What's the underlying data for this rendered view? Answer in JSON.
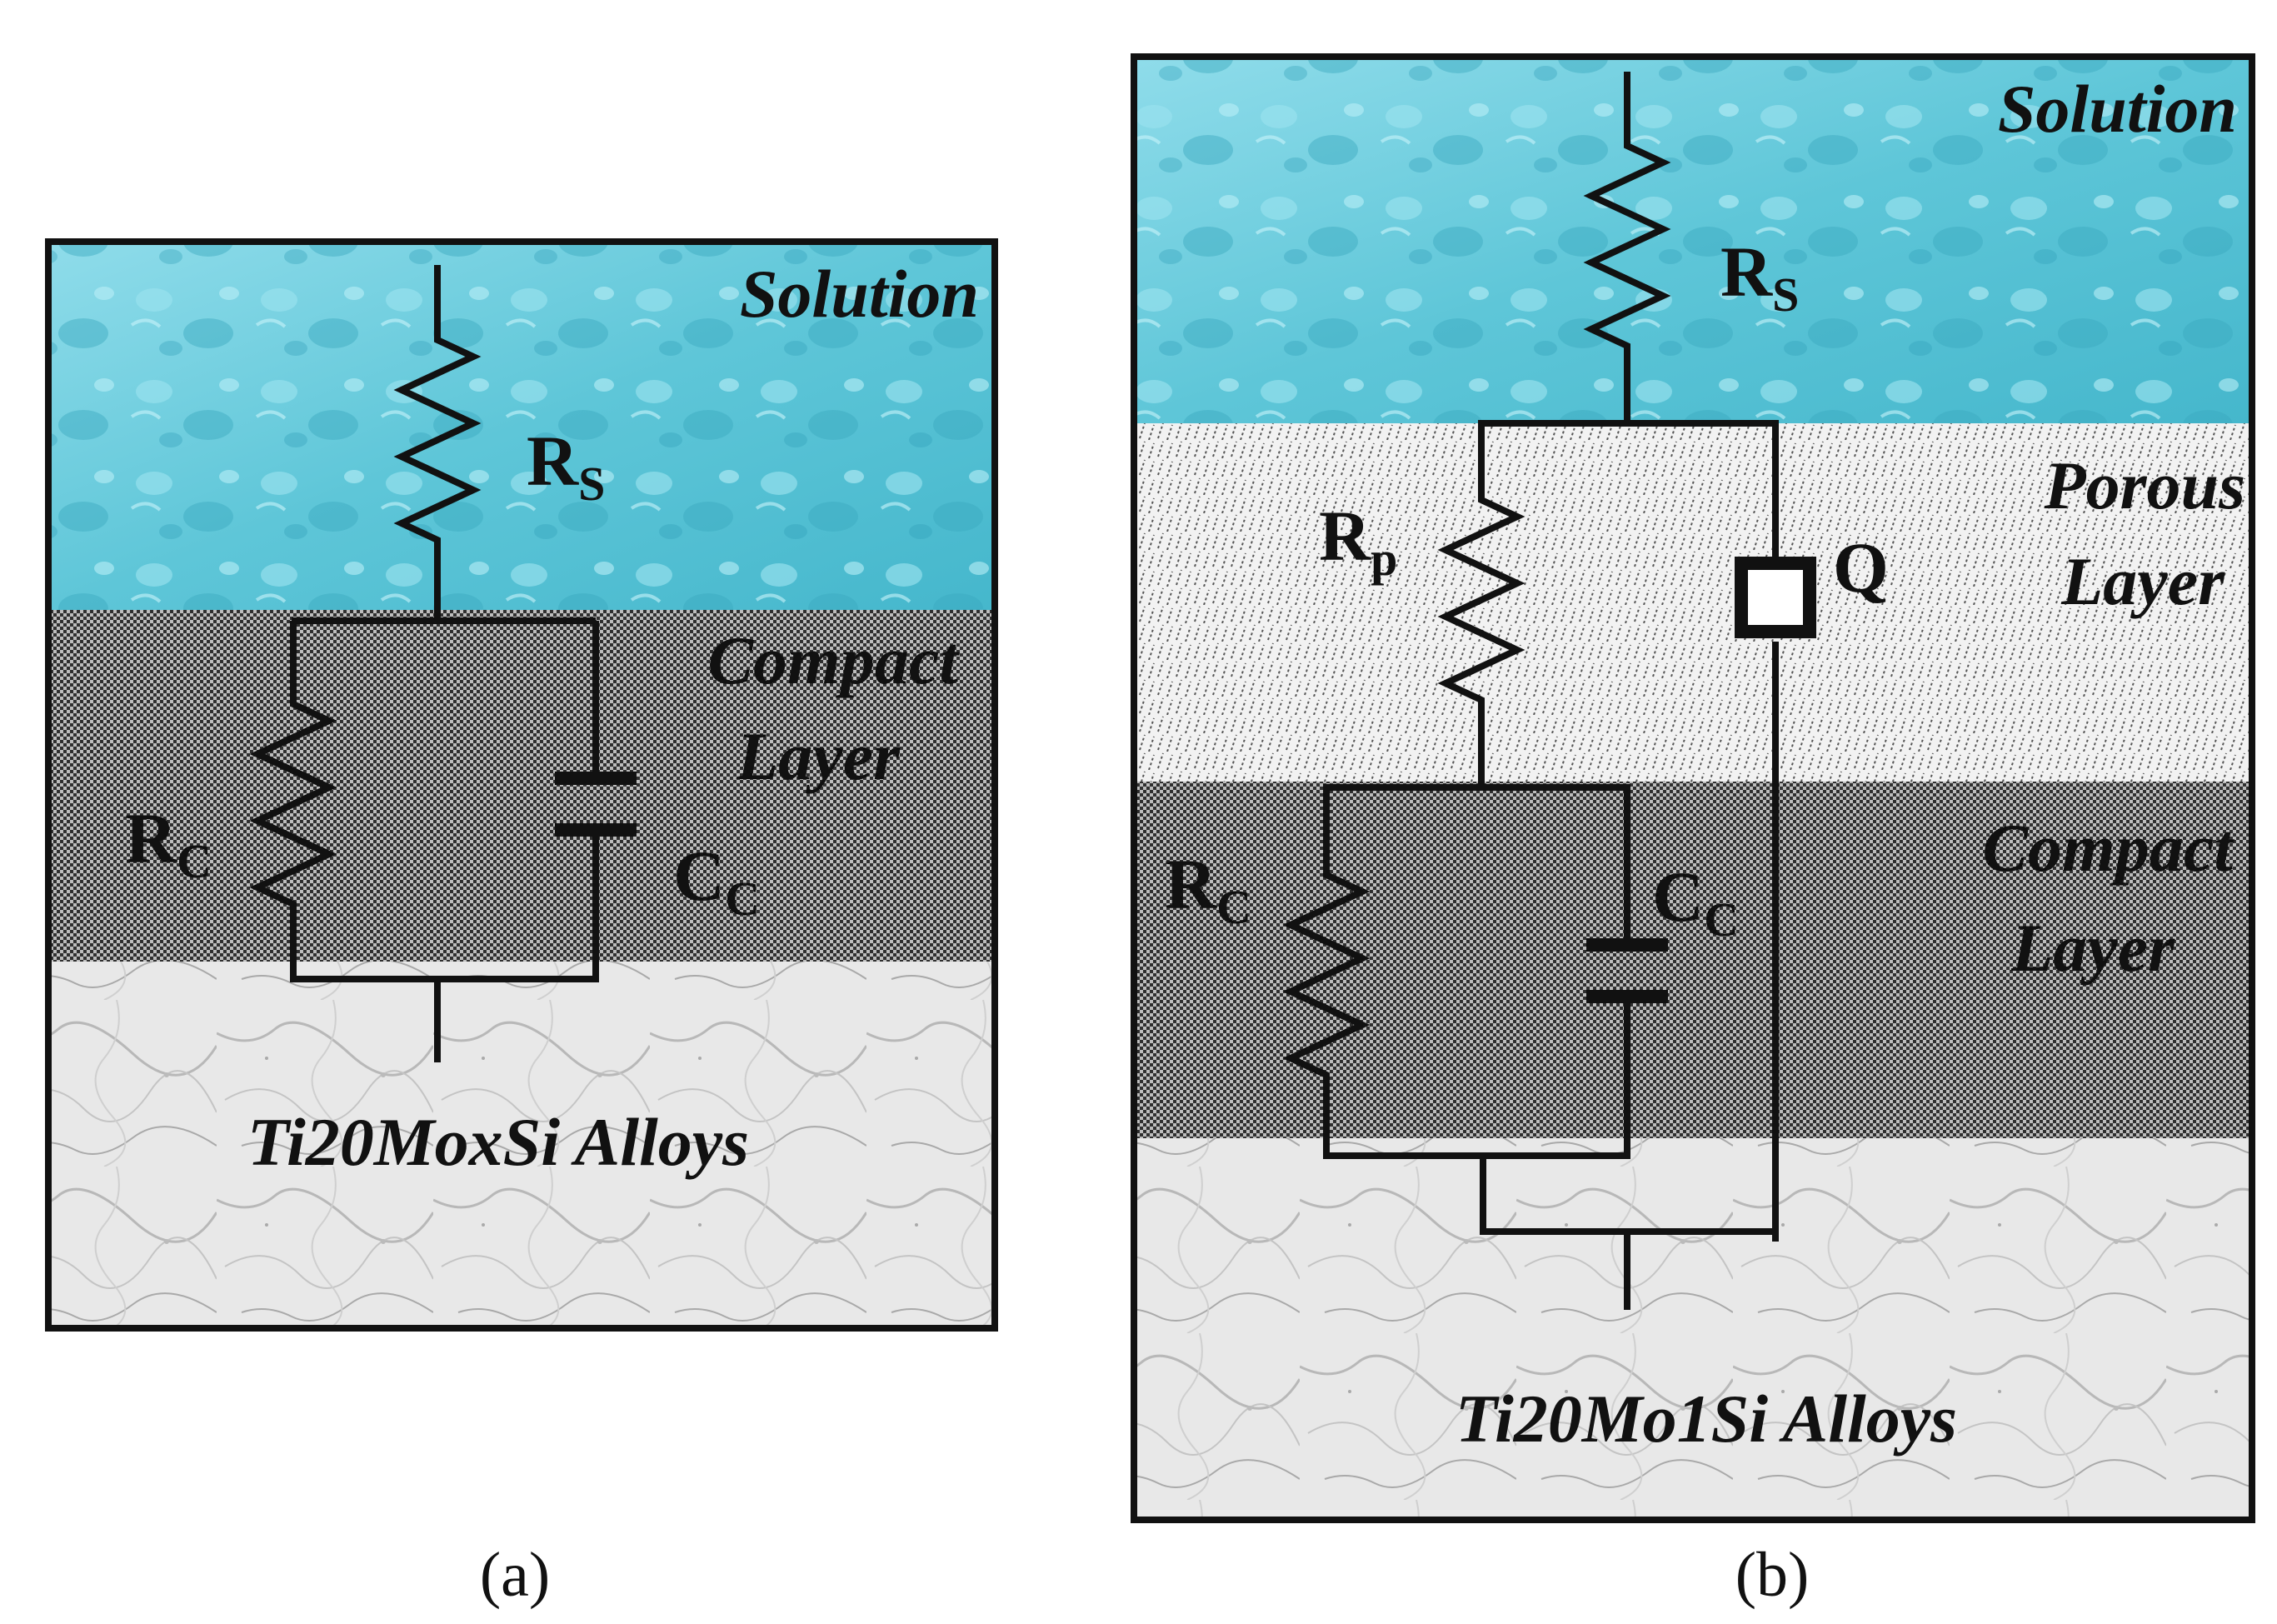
{
  "panels": [
    {
      "caption": "(a)",
      "layers": {
        "solution": "Solution",
        "compact_line1": "Compact",
        "compact_line2": "Layer",
        "alloy": "Ti20MoxSi Alloys"
      },
      "components": {
        "rs_main": "R",
        "rs_sub": "S",
        "rc_main": "R",
        "rc_sub": "C",
        "cc_main": "C",
        "cc_sub": "C"
      }
    },
    {
      "caption": "(b)",
      "layers": {
        "solution": "Solution",
        "porous_line1": "Porous",
        "porous_line2": "Layer",
        "compact_line1": "Compact",
        "compact_line2": "Layer",
        "alloy": "Ti20Mo1Si Alloys"
      },
      "components": {
        "rs_main": "R",
        "rs_sub": "S",
        "rp_main": "R",
        "rp_sub": "p",
        "q": "Q",
        "rc_main": "R",
        "rc_sub": "C",
        "cc_main": "C",
        "cc_sub": "C"
      }
    }
  ],
  "colors": {
    "solution": "#5fc8d8",
    "compact_dark": "#3a3a3a",
    "porous_bg": "#eeeeee",
    "alloy_bg": "#e6e6e6",
    "wire": "#111111"
  }
}
